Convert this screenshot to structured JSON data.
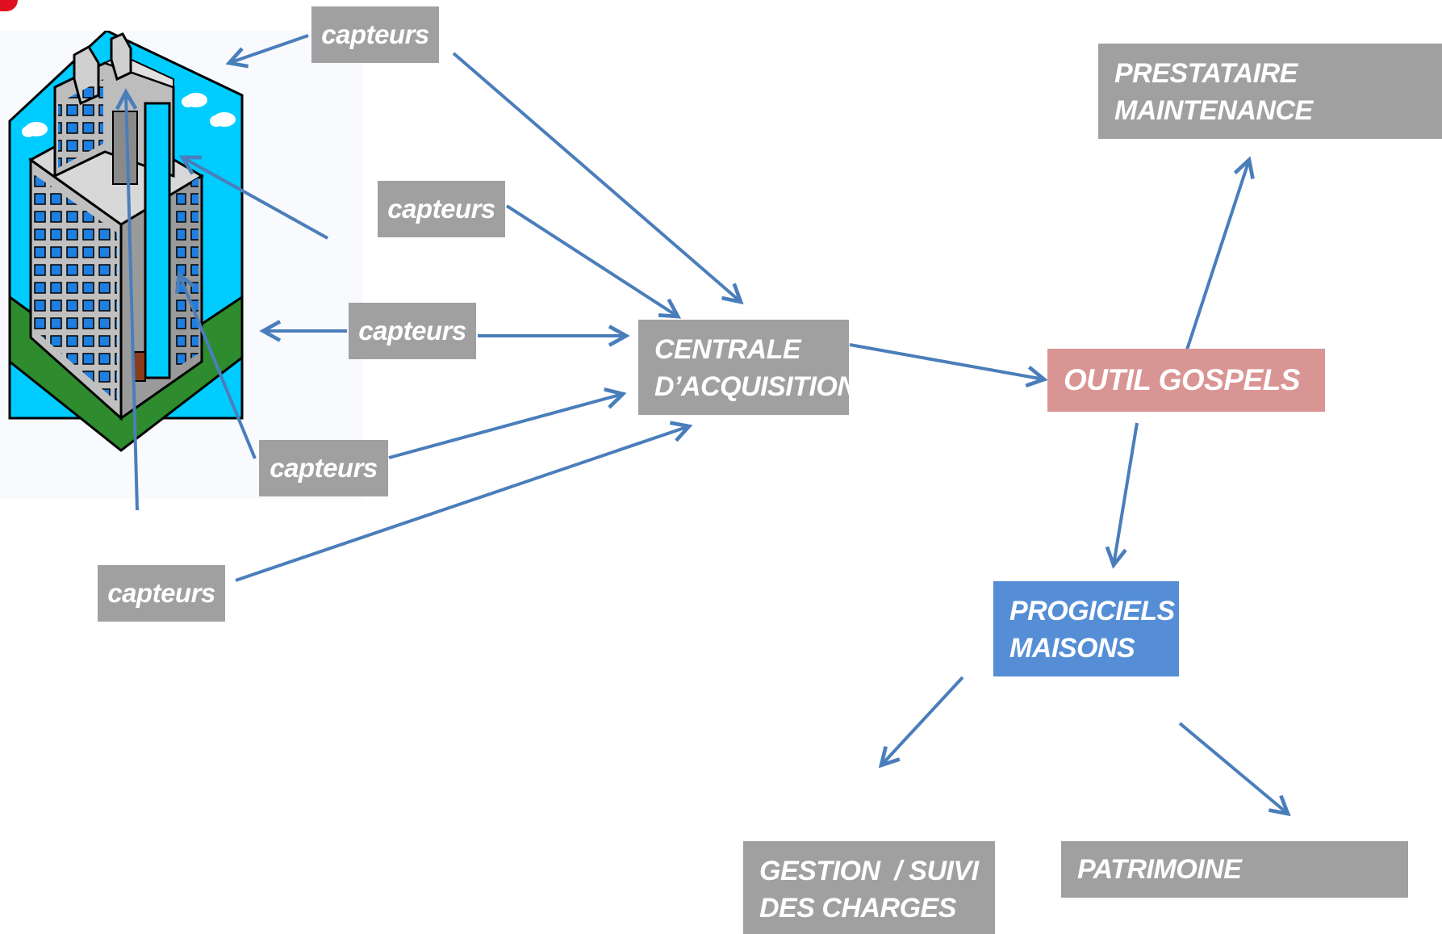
{
  "sensors": [
    {
      "label": "capteurs"
    },
    {
      "label": "capteurs"
    },
    {
      "label": "capteurs"
    },
    {
      "label": "capteurs"
    },
    {
      "label": "capteurs"
    }
  ],
  "centrale": {
    "line1": "CENTRALE",
    "line2": "D’ACQUISITION"
  },
  "outil": {
    "label": "OUTIL GOSPELS"
  },
  "prestataire": {
    "line1": "PRESTATAIRE",
    "line2": "MAINTENANCE"
  },
  "progiciels": {
    "line1": "PROGICIELS",
    "line2": "MAISONS"
  },
  "gestion": {
    "line1": "GESTION  / SUIVI",
    "line2": "DES CHARGES"
  },
  "patrimoine": {
    "label": "PATRIMOINE"
  },
  "colors": {
    "box_gray": "#a0a0a0",
    "box_pink": "#d99594",
    "box_blue": "#558ed5",
    "arrow": "#4a7ebb",
    "sky": "#00ccff",
    "ground": "#2e8b2e"
  }
}
